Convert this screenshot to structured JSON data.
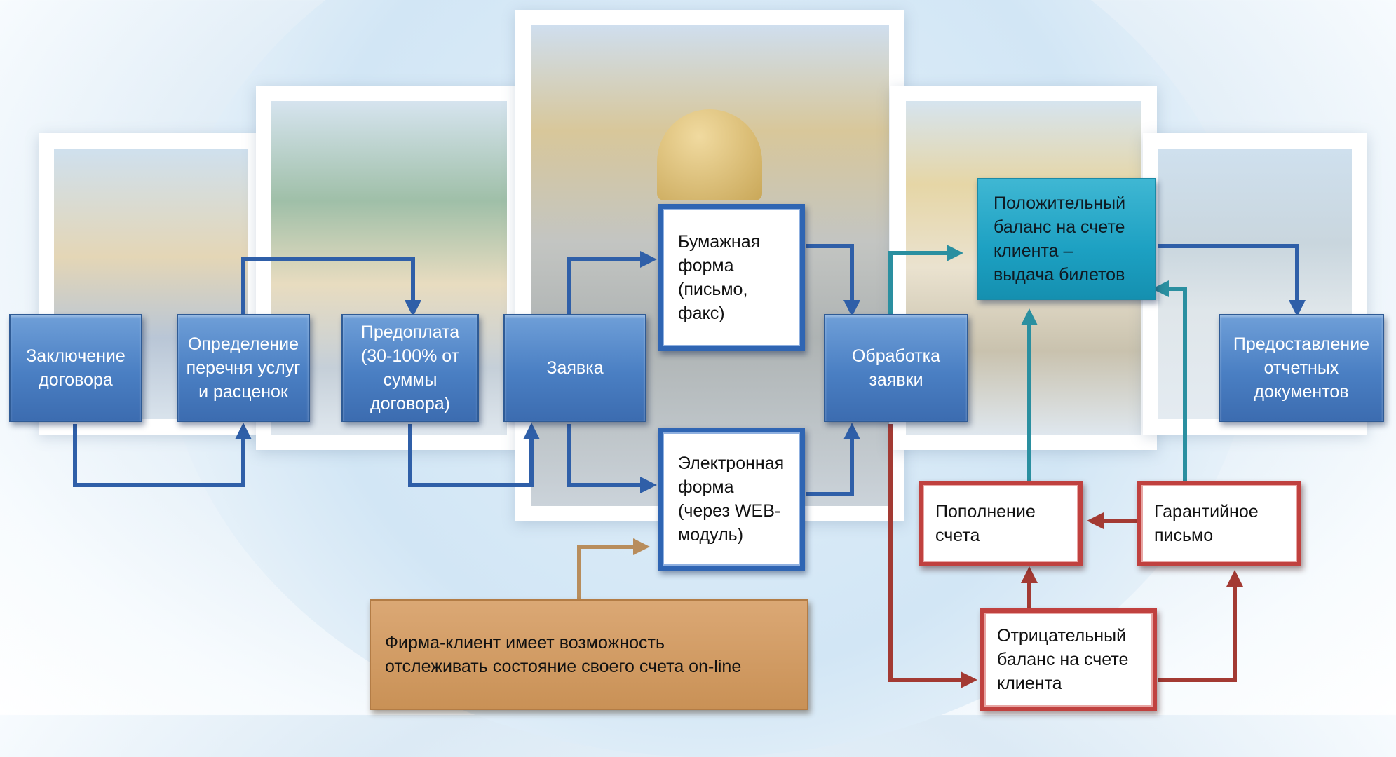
{
  "nodes": {
    "contract": "Заключение\nдоговора",
    "services": "Определение\nперечня услуг\nи расценок",
    "prepay": "Предоплата\n(30-100% от\nсуммы\nдоговора)",
    "request": "Заявка",
    "paper": "Бумажная\nформа\n(письмо,\nфакс)",
    "electronic": "Электронная\nформа\n(через WEB-\nмодуль)",
    "processing": "Обработка\nзаявки",
    "positive": "Положительный\nбаланс на счете\nклиента –\nвыдача билетов",
    "reports": "Предоставление\nотчетных\nдокументов",
    "topup": "Пополнение\nсчета",
    "guarantee": "Гарантийное\nписьмо",
    "negative": "Отрицательный\nбаланс на счете\nклиента",
    "online_note": "Фирма-клиент имеет возможность\nотслеживать состояние своего счета on-line"
  },
  "colors": {
    "blue_arrow": "#2f5fa8",
    "teal_arrow": "#2a8fa0",
    "red_arrow": "#a33a33",
    "tan_arrow": "#b88d5c"
  }
}
